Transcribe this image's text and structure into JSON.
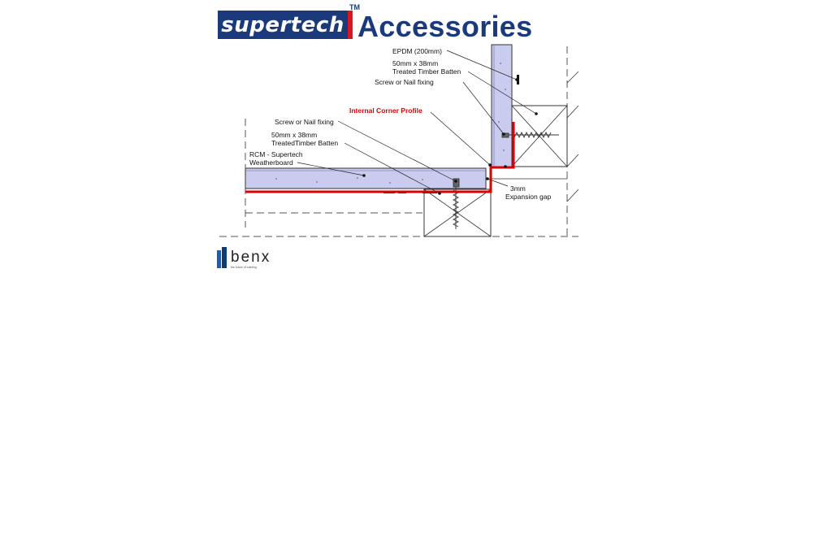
{
  "header": {
    "brand": "supertech",
    "trademark": "TM",
    "title": "Accessories"
  },
  "diagram": {
    "labels": {
      "epdm": "EPDM (200mm)",
      "batten_right_1": "50mm x 38mm",
      "batten_right_2": "Treated Timber Batten",
      "screw_right": "Screw or Nail fixing",
      "corner_profile": "Internal Corner Profile",
      "screw_left": "Screw or Nail fixing",
      "batten_left_1": "50mm x 38mm",
      "batten_left_2": "TreatedTimber Batten",
      "weatherboard_1": "RCM - Supertech",
      "weatherboard_2": "Weatherboard",
      "gap_1": "3mm",
      "gap_2": "Expansion gap"
    }
  },
  "footer": {
    "logo": "benx",
    "tagline": "the future of building"
  },
  "colors": {
    "brand_blue": "#1a3a7c",
    "brand_red": "#d7161f",
    "board_fill": "#c9cbef",
    "profile_red": "#e00000"
  }
}
